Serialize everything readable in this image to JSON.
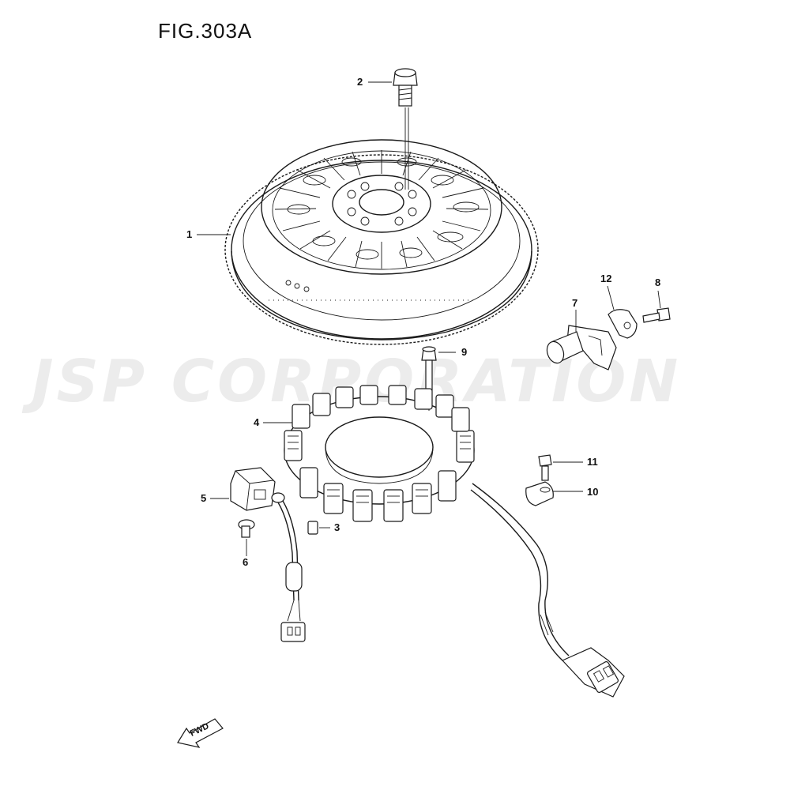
{
  "figure": {
    "title": "FIG.303A"
  },
  "watermark": {
    "text": "JSP CORPORATION",
    "color": "#ececec"
  },
  "callouts": {
    "c1": "1",
    "c2": "2",
    "c3": "3",
    "c4": "4",
    "c5": "5",
    "c6": "6",
    "c7": "7",
    "c8": "8",
    "c9": "9",
    "c10": "10",
    "c11": "11",
    "c12": "12"
  },
  "parts": {
    "flywheel": "flywheel",
    "bolt_top": "bolt",
    "stator": "stator",
    "pulser_coil": "pulser-coil",
    "key": "key",
    "screw": "screw",
    "sensor": "sensor",
    "bolt_sensor": "bolt",
    "clamp": "clamp",
    "spacer": "spacer"
  },
  "direction": {
    "label": "FWD",
    "icon": "arrow-forward-icon"
  }
}
